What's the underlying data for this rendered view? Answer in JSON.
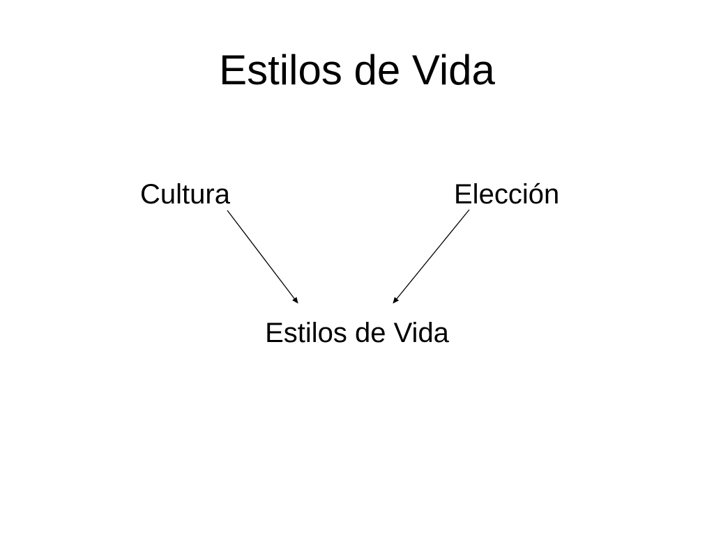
{
  "slide": {
    "title": "Estilos de Vida"
  },
  "diagram": {
    "nodes": {
      "left": "Cultura",
      "right": "Elección",
      "bottom": "Estilos de Vida"
    },
    "edges": [
      {
        "from": "left",
        "to": "bottom"
      },
      {
        "from": "right",
        "to": "bottom"
      }
    ],
    "line_color": "#000000"
  }
}
